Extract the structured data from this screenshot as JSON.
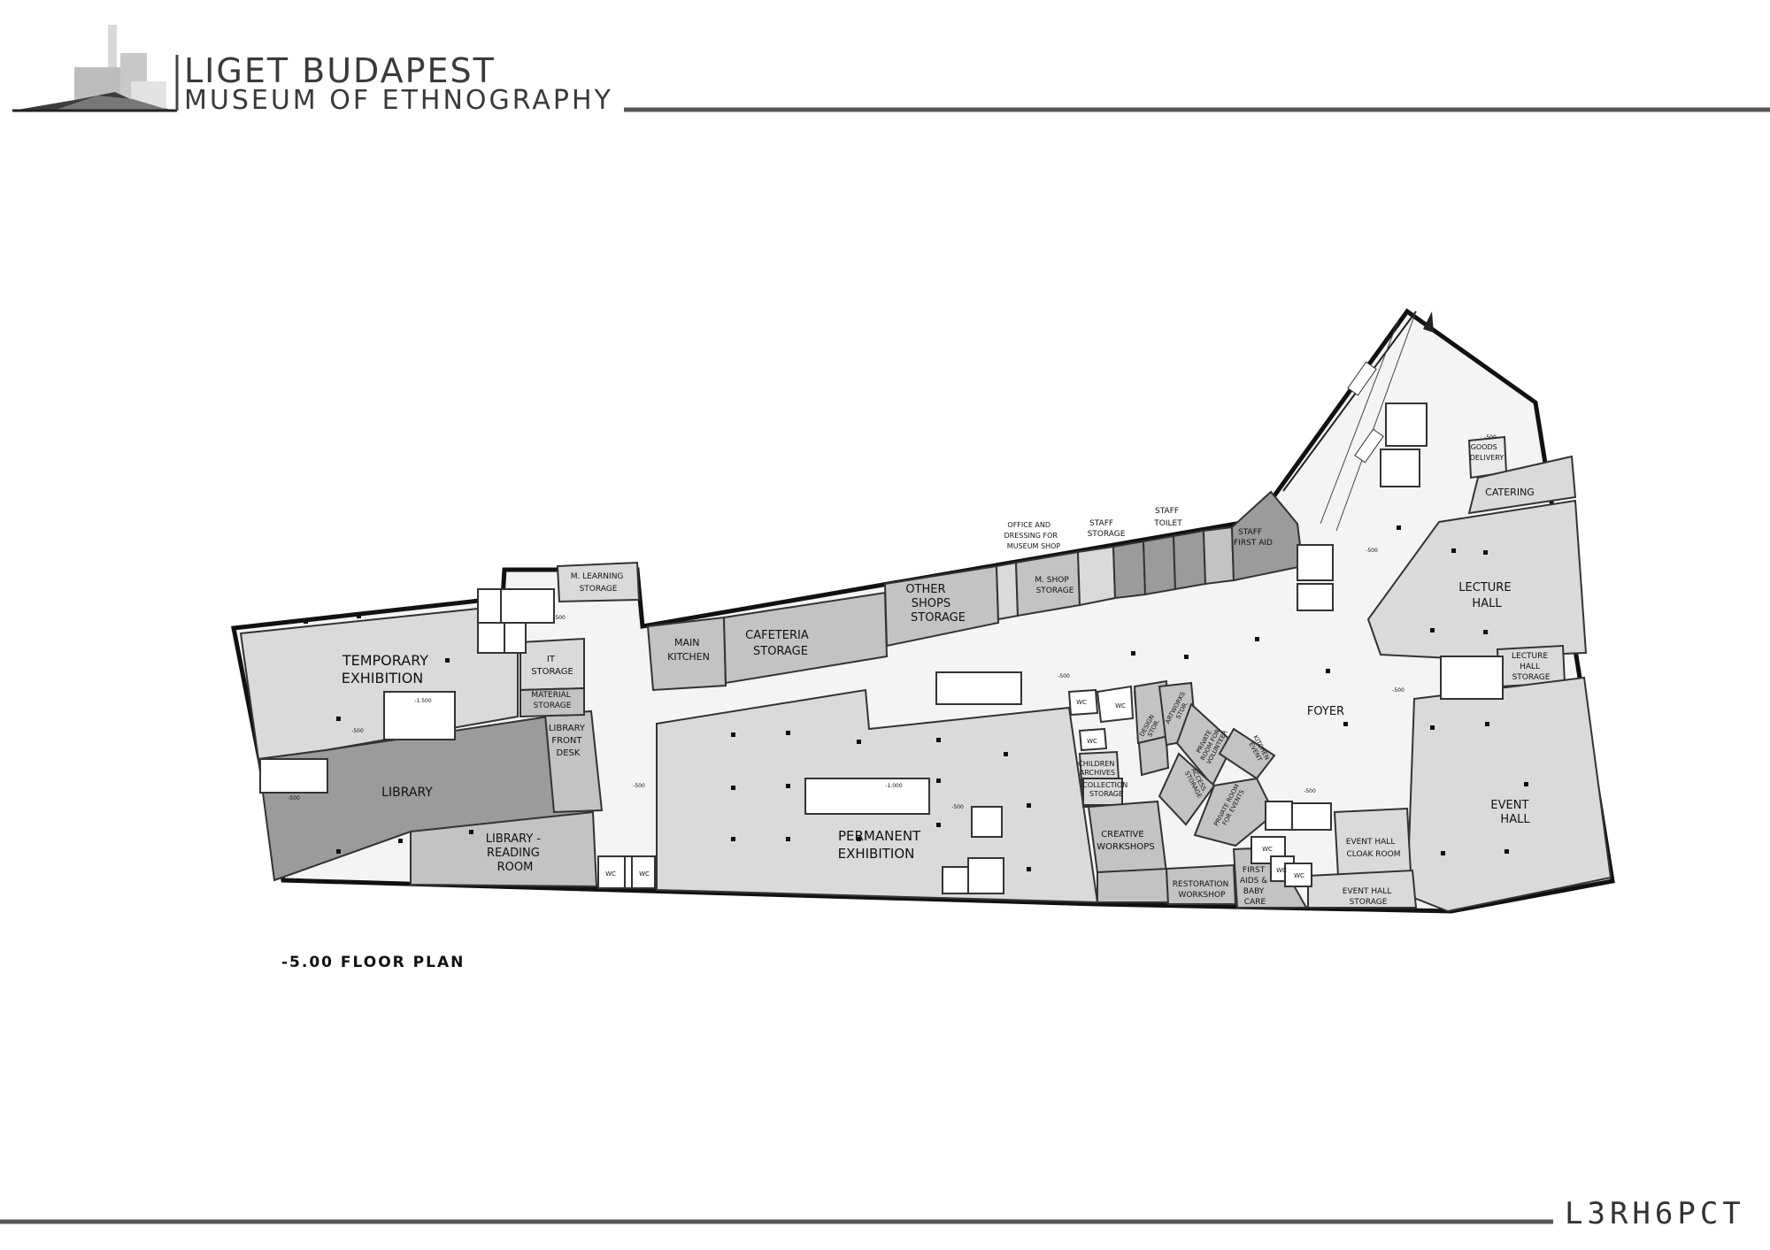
{
  "header": {
    "title_line1": "LIGET BUDAPEST",
    "title_line2": "MUSEUM OF ETHNOGRAPHY"
  },
  "plan": {
    "caption": "-5.00 FLOOR PLAN",
    "rooms": {
      "temporary_exhibition": [
        "TEMPORARY",
        "EXHIBITION"
      ],
      "m_learning_storage": [
        "M. LEARNING",
        "STORAGE"
      ],
      "it_storage": [
        "IT",
        "STORAGE"
      ],
      "material_storage": [
        "MATERIAL",
        "STORAGE"
      ],
      "library": [
        "LIBRARY"
      ],
      "library_front_desk": [
        "LIBRARY",
        "FRONT",
        "DESK"
      ],
      "library_reading_room": [
        "LIBRARY -",
        "READING",
        "ROOM"
      ],
      "main_kitchen": [
        "MAIN",
        "KITCHEN"
      ],
      "cafeteria_storage": [
        "CAFETERIA",
        "STORAGE"
      ],
      "other_shops_storage": [
        "OTHER",
        "SHOPS",
        "STORAGE"
      ],
      "office_dressing": [
        "OFFICE AND",
        "DRESSING FOR",
        "MUSEUM SHOP"
      ],
      "m_shop_storage": [
        "M. SHOP",
        "STORAGE"
      ],
      "staff_storage": [
        "STAFF",
        "STORAGE"
      ],
      "staff_toilet": [
        "STAFF",
        "TOILET"
      ],
      "staff_first_aid": [
        "STAFF",
        "FIRST AID"
      ],
      "goods_delivery": [
        "GOODS",
        "DELIVERY"
      ],
      "catering": [
        "CATERING"
      ],
      "lecture_hall": [
        "LECTURE",
        "HALL"
      ],
      "lecture_hall_storage": [
        "LECTURE",
        "HALL",
        "STORAGE"
      ],
      "foyer": [
        "FOYER"
      ],
      "event_hall": [
        "EVENT",
        "HALL"
      ],
      "event_hall_cloak_room": [
        "EVENT HALL",
        "CLOAK ROOM"
      ],
      "event_hall_storage": [
        "EVENT HALL",
        "STORAGE"
      ],
      "permanent_exhibition": [
        "PERMANENT",
        "EXHIBITION"
      ],
      "children_archives": [
        "CHILDREN",
        "ARCHIVES"
      ],
      "collection_storage": [
        "COLLECTION",
        "STORAGE"
      ],
      "creative_workshops": [
        "CREATIVE",
        "WORKSHOPS"
      ],
      "restoration_workshop": [
        "RESTORATION",
        "WORKSHOP"
      ],
      "first_aids_baby_care": [
        "FIRST",
        "AIDS &",
        "BABY",
        "CARE"
      ],
      "kitchen_event": [
        "KITCHEN",
        "EVENT"
      ],
      "private_room_volunteer": [
        "PRIVATE",
        "ROOM FOR",
        "VOLUNTEER"
      ],
      "private_room_events": [
        "PRIVATE ROOM",
        "FOR EVENTS"
      ],
      "design_storage": [
        "DESIGN",
        "STOR."
      ],
      "artworks_storage": [
        "ARTWORKS",
        "STOR."
      ],
      "access_storage": [
        "ACCESS.",
        "STORAGE"
      ],
      "wc": "WC"
    },
    "levels": {
      "minus_500": "-500",
      "minus_1500": "-1.500",
      "minus_1000": "-1.000"
    },
    "colors": {
      "light": "#dadada",
      "medium": "#c3c3c3",
      "dark": "#9b9b9b",
      "wall": "#111111",
      "circulation": "#ffffff"
    }
  },
  "footer": {
    "code": "L3RH6PCT"
  }
}
